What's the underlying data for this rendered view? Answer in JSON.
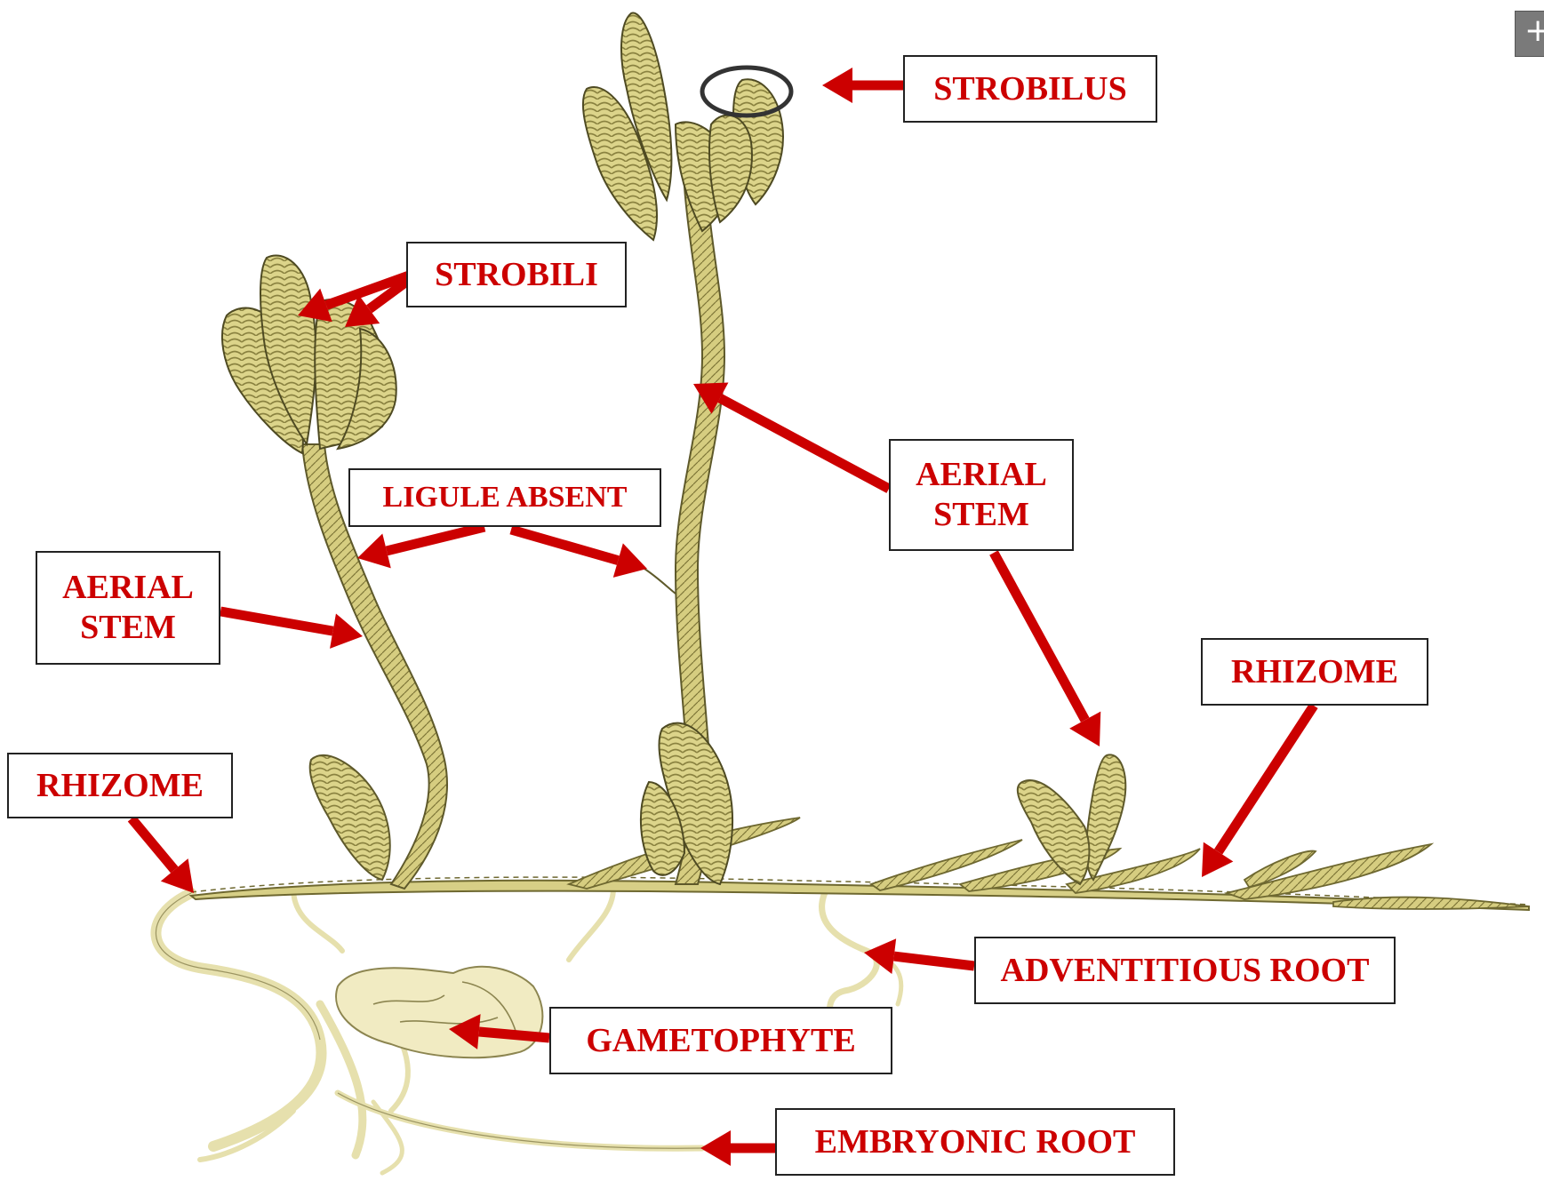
{
  "colors": {
    "label_text": "#cc0000",
    "arrow": "#cc0000",
    "plant_fill": "#d8cf83",
    "plant_dark": "#6f6a32",
    "root": "#e8e2ae"
  },
  "labels": {
    "strobilus": "STROBILUS",
    "strobili": "STROBILI",
    "ligule_absent": "LIGULE ABSENT",
    "aerial_stem_left": "AERIAL\nSTEM",
    "aerial_stem_right": "AERIAL\nSTEM",
    "rhizome_left": "RHIZOME",
    "rhizome_right": "RHIZOME",
    "adventitious_root": "ADVENTITIOUS ROOT",
    "gametophyte": "GAMETOPHYTE",
    "embryonic_root": "EMBRYONIC ROOT"
  },
  "corner_button": {
    "icon": "plus-icon",
    "glyph": "+"
  }
}
